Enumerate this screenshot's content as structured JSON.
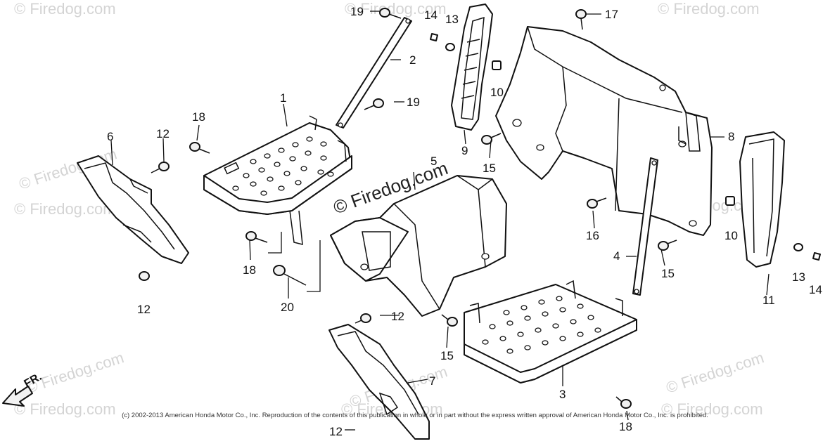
{
  "diagram": {
    "watermark": "© Firedog.com",
    "direction_label": "FR.",
    "copyright": "(c) 2002-2013 American Honda Motor Co., Inc. Reproduction of the contents of this publication in whole or in part without the express written approval of American Honda Motor Co., Inc. is prohibited.",
    "callouts": {
      "c1": "1",
      "c2": "2",
      "c3": "3",
      "c4": "4",
      "c5": "5",
      "c6": "6",
      "c7": "7",
      "c8": "8",
      "c9": "9",
      "c10a": "10",
      "c10b": "10",
      "c11": "11",
      "c12a": "12",
      "c12b": "12",
      "c12c": "12",
      "c12d": "12",
      "c13a": "13",
      "c13b": "13",
      "c14a": "14",
      "c14b": "14",
      "c15a": "15",
      "c15b": "15",
      "c15c": "15",
      "c16": "16",
      "c17": "17",
      "c18a": "18",
      "c18b": "18",
      "c18c": "18",
      "c19a": "19",
      "c19b": "19",
      "c20": "20"
    }
  }
}
